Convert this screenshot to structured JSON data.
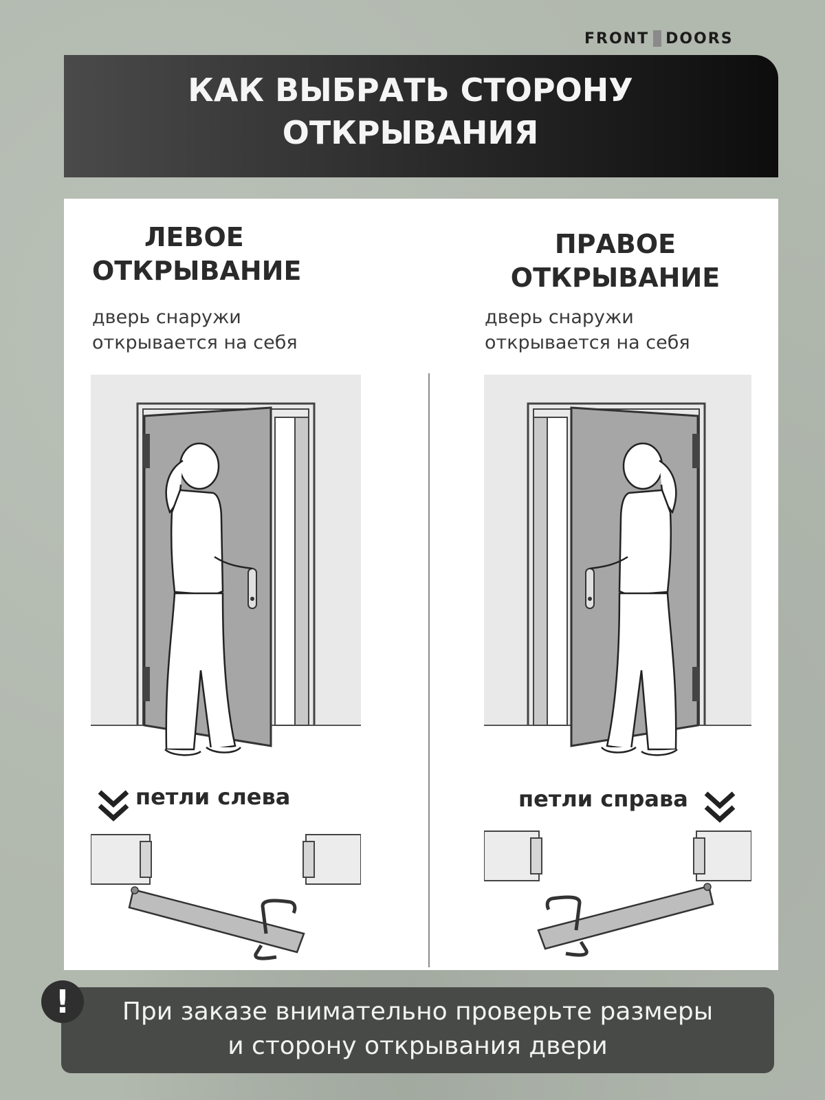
{
  "brand": {
    "part1": "FRONT",
    "part2": "DOORS"
  },
  "header": {
    "title_line1": "КАК ВЫБРАТЬ СТОРОНУ",
    "title_line2": "ОТКРЫВАНИЯ"
  },
  "left": {
    "title_line1": "ЛЕВОЕ",
    "title_line2": "ОТКРЫВАНИЕ",
    "sub_line1": "дверь снаружи",
    "sub_line2": "открывается на себя",
    "hinge_label": "петли слева",
    "illustration_icon": "woman-opening-door-icon"
  },
  "right": {
    "title_line1": "ПРАВОЕ",
    "title_line2": "ОТКРЫВАНИЕ",
    "sub_line1": "дверь снаружи",
    "sub_line2": "открывается на себя",
    "hinge_label": "петли справа",
    "illustration_icon": "woman-opening-door-icon"
  },
  "notice": {
    "icon": "exclamation-icon",
    "mark": "!",
    "line1": "При заказе внимательно проверьте размеры",
    "line2": "и сторону открывания двери"
  }
}
